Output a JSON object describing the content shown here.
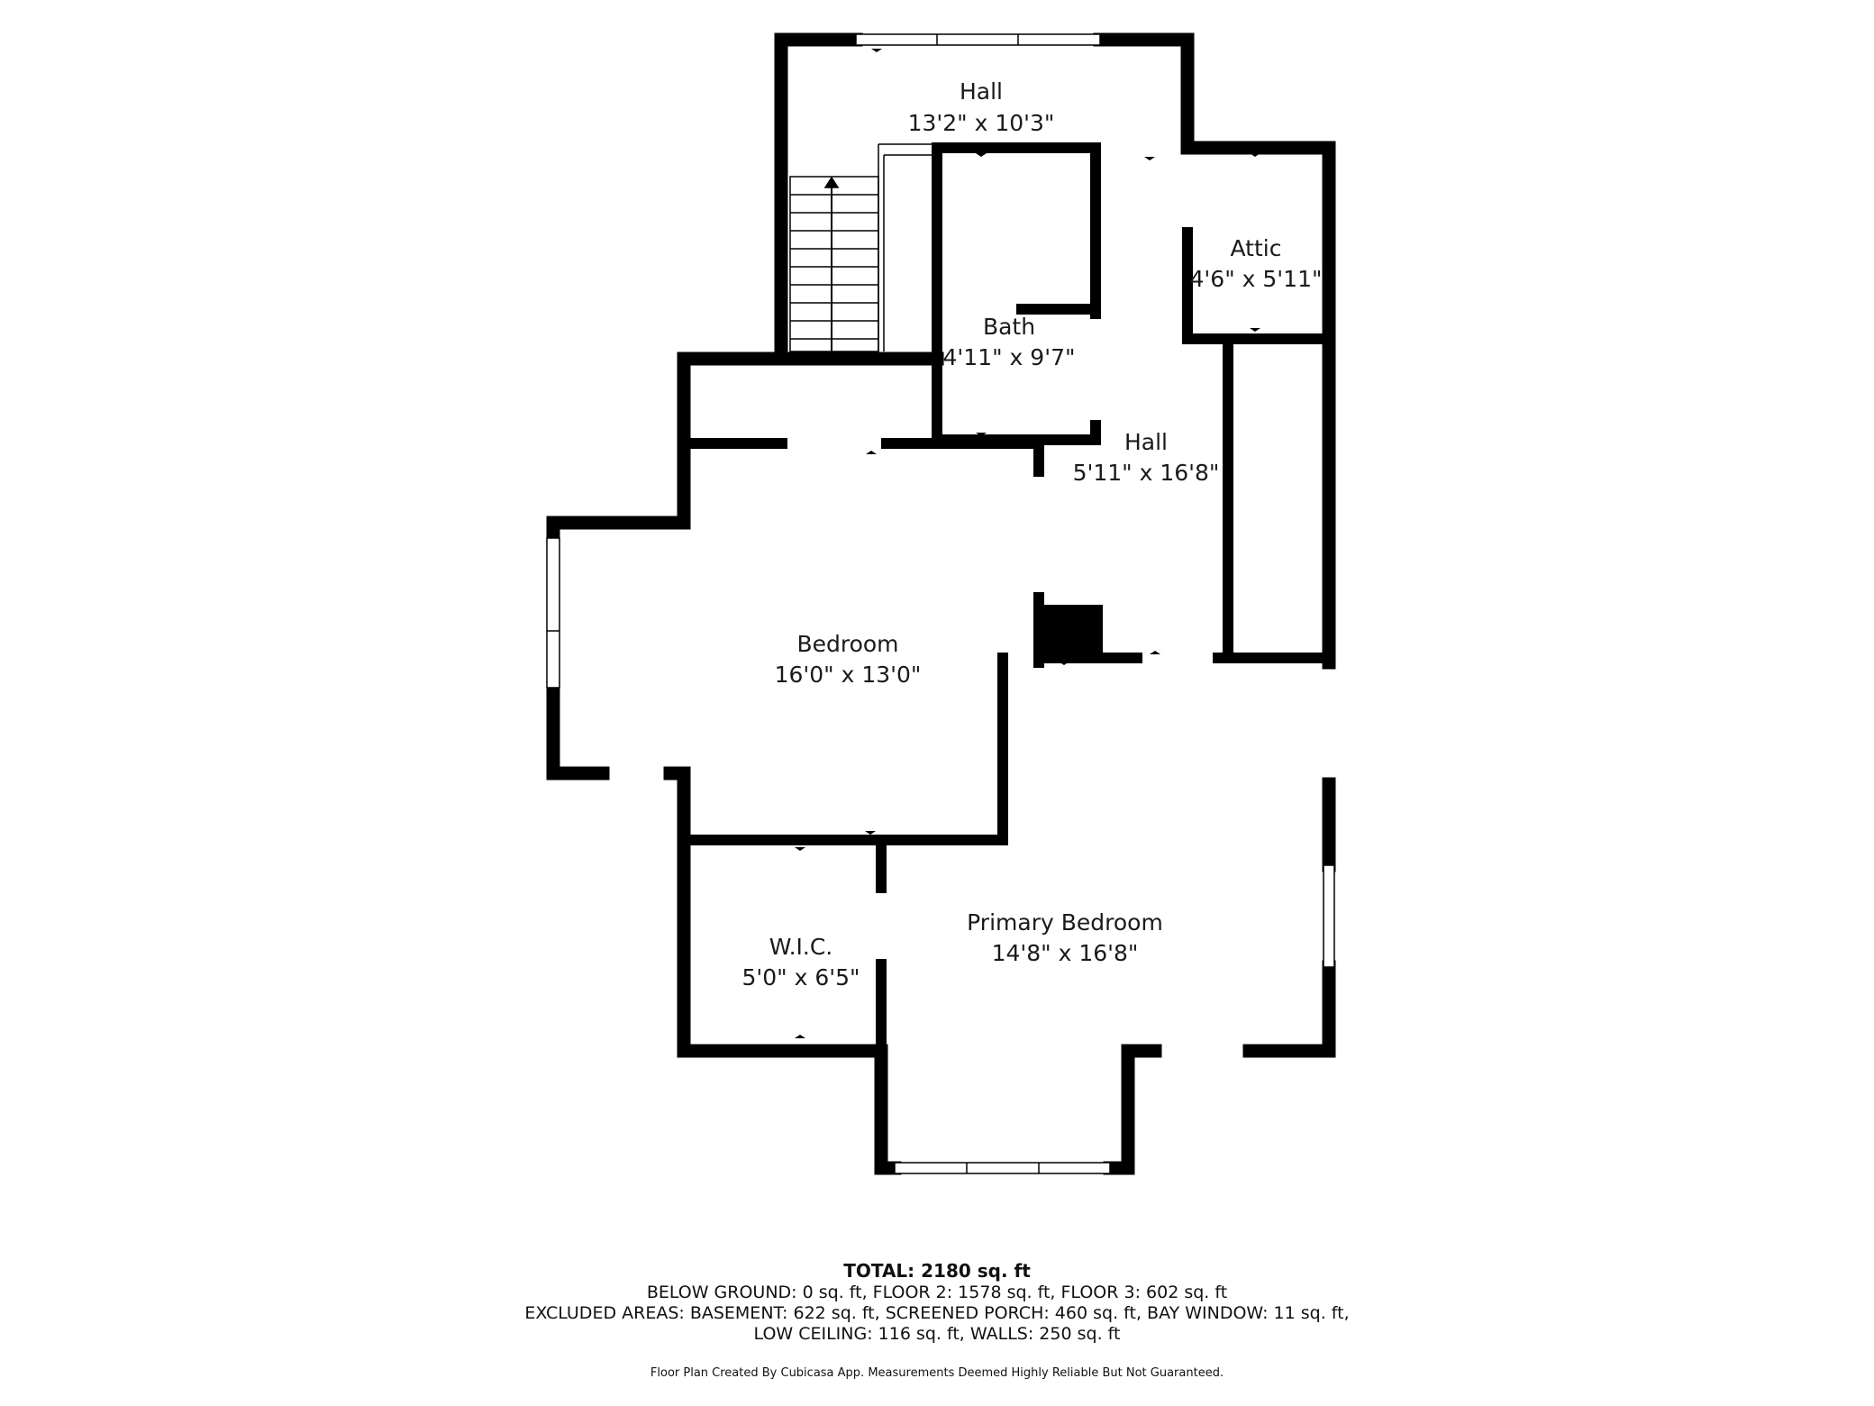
{
  "rooms": [
    {
      "id": "hall-upper",
      "name": "Hall",
      "size": "13'2\" x 10'3\""
    },
    {
      "id": "attic",
      "name": "Attic",
      "size": "4'6\" x 5'11\""
    },
    {
      "id": "bath",
      "name": "Bath",
      "size": "4'11\" x 9'7\""
    },
    {
      "id": "hall-lower",
      "name": "Hall",
      "size": "5'11\" x 16'8\""
    },
    {
      "id": "bedroom",
      "name": "Bedroom",
      "size": "16'0\" x 13'0\""
    },
    {
      "id": "wic",
      "name": "W.I.C.",
      "size": "5'0\" x 6'5\""
    },
    {
      "id": "primary-bedroom",
      "name": "Primary Bedroom",
      "size": "14'8\" x 16'8\""
    }
  ],
  "summary": {
    "total": "TOTAL: 2180 sq. ft",
    "line1": "BELOW GROUND: 0 sq. ft, FLOOR 2: 1578 sq. ft, FLOOR 3: 602 sq. ft",
    "line2": "EXCLUDED AREAS: BASEMENT: 622 sq. ft, SCREENED PORCH: 460 sq. ft, BAY WINDOW: 11 sq. ft,",
    "line3": "LOW CEILING: 116 sq. ft, WALLS: 250 sq. ft",
    "disclaimer": "Floor Plan Created By Cubicasa App. Measurements Deemed Highly Reliable But Not Guaranteed."
  },
  "colors": {
    "wall": "#000000",
    "background": "#ffffff",
    "text": "#1a1a1a"
  }
}
